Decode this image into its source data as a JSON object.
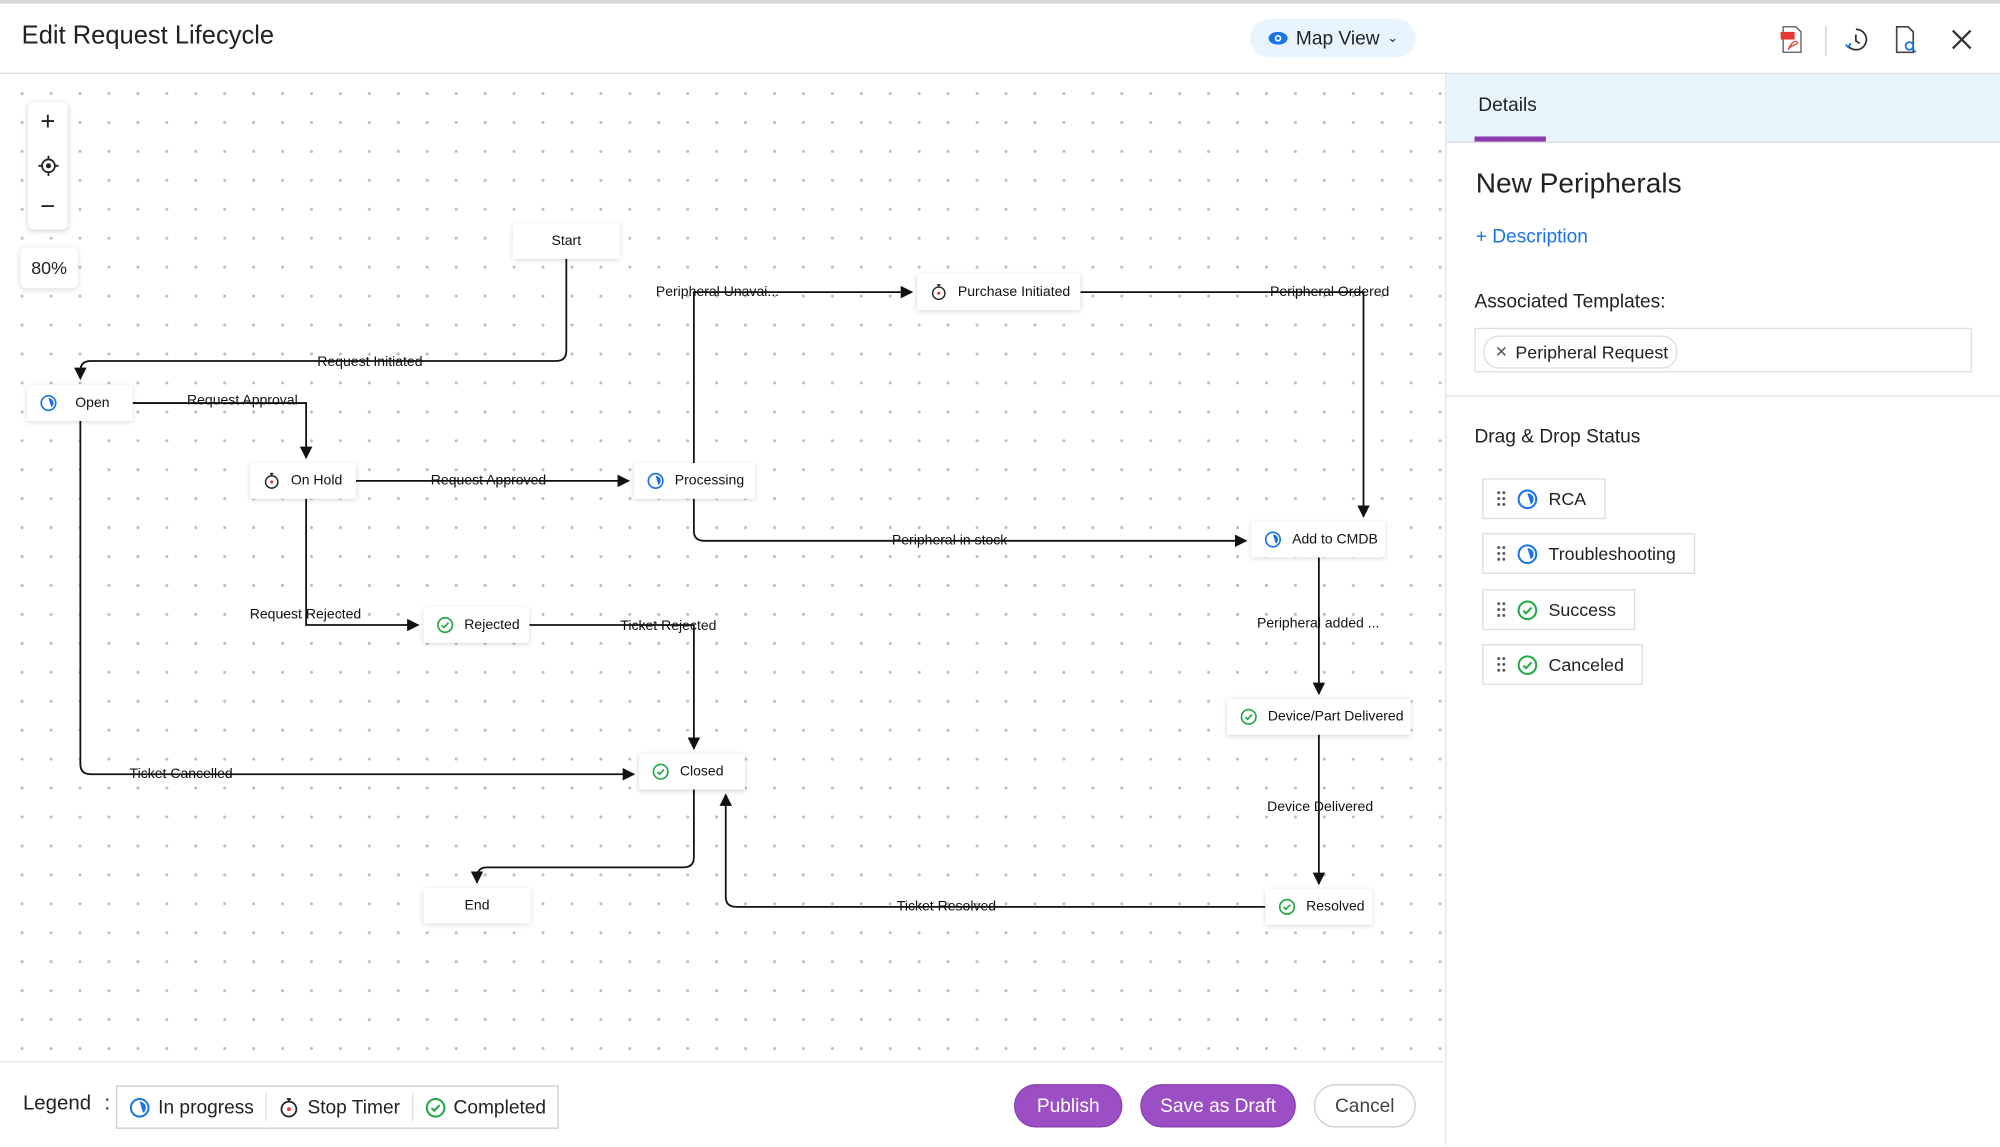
{
  "header": {
    "title": "Edit Request Lifecycle",
    "view_select": "Map View",
    "icons": [
      "pdf-icon",
      "history-icon",
      "document-search-icon",
      "close-icon"
    ]
  },
  "canvas": {
    "zoom_in": "+",
    "zoom_out": "−",
    "zoom_level": "80%",
    "nodes": {
      "start": "Start",
      "open": "Open",
      "on_hold": "On Hold",
      "processing": "Processing",
      "purchase_initiated": "Purchase Initiated",
      "add_to_cmdb": "Add to CMDB",
      "rejected": "Rejected",
      "closed": "Closed",
      "end": "End",
      "device_part_delivered": "Device/Part Delivered",
      "resolved": "Resolved"
    },
    "transitions": {
      "request_initiated": "Request Initiated",
      "request_approval": "Request Approval",
      "request_approved": "Request Approved",
      "peripheral_unavailable": "Peripheral Unavai...",
      "peripheral_ordered": "Peripheral Ordered",
      "peripheral_in_stock": "Peripheral in stock",
      "request_rejected": "Request Rejected",
      "ticket_rejected": "Ticket Rejected",
      "ticket_cancelled": "Ticket Cancelled",
      "peripheral_added": "Peripheral added ...",
      "device_delivered": "Device Delivered",
      "ticket_resolved": "Ticket Resolved"
    }
  },
  "details": {
    "tab": "Details",
    "name": "New Peripherals",
    "add_description": "+ Description",
    "associated_templates_label": "Associated Templates:",
    "templates": [
      "Peripheral Request"
    ],
    "drag_drop_title": "Drag & Drop Status",
    "statuses": [
      {
        "label": "RCA",
        "type": "in-progress"
      },
      {
        "label": "Troubleshooting",
        "type": "in-progress"
      },
      {
        "label": "Success",
        "type": "completed"
      },
      {
        "label": "Canceled",
        "type": "completed"
      }
    ]
  },
  "legend": {
    "title": "Legend",
    "separator": ":",
    "items": [
      "In progress",
      "Stop Timer",
      "Completed"
    ]
  },
  "actions": {
    "publish": "Publish",
    "save_draft": "Save as Draft",
    "cancel": "Cancel"
  },
  "colors": {
    "accent": "#9c4fc4",
    "transition": "#7fe0bf",
    "in_progress": "#1a73e8",
    "completed": "#22a845",
    "stop_timer": "#e53935"
  }
}
